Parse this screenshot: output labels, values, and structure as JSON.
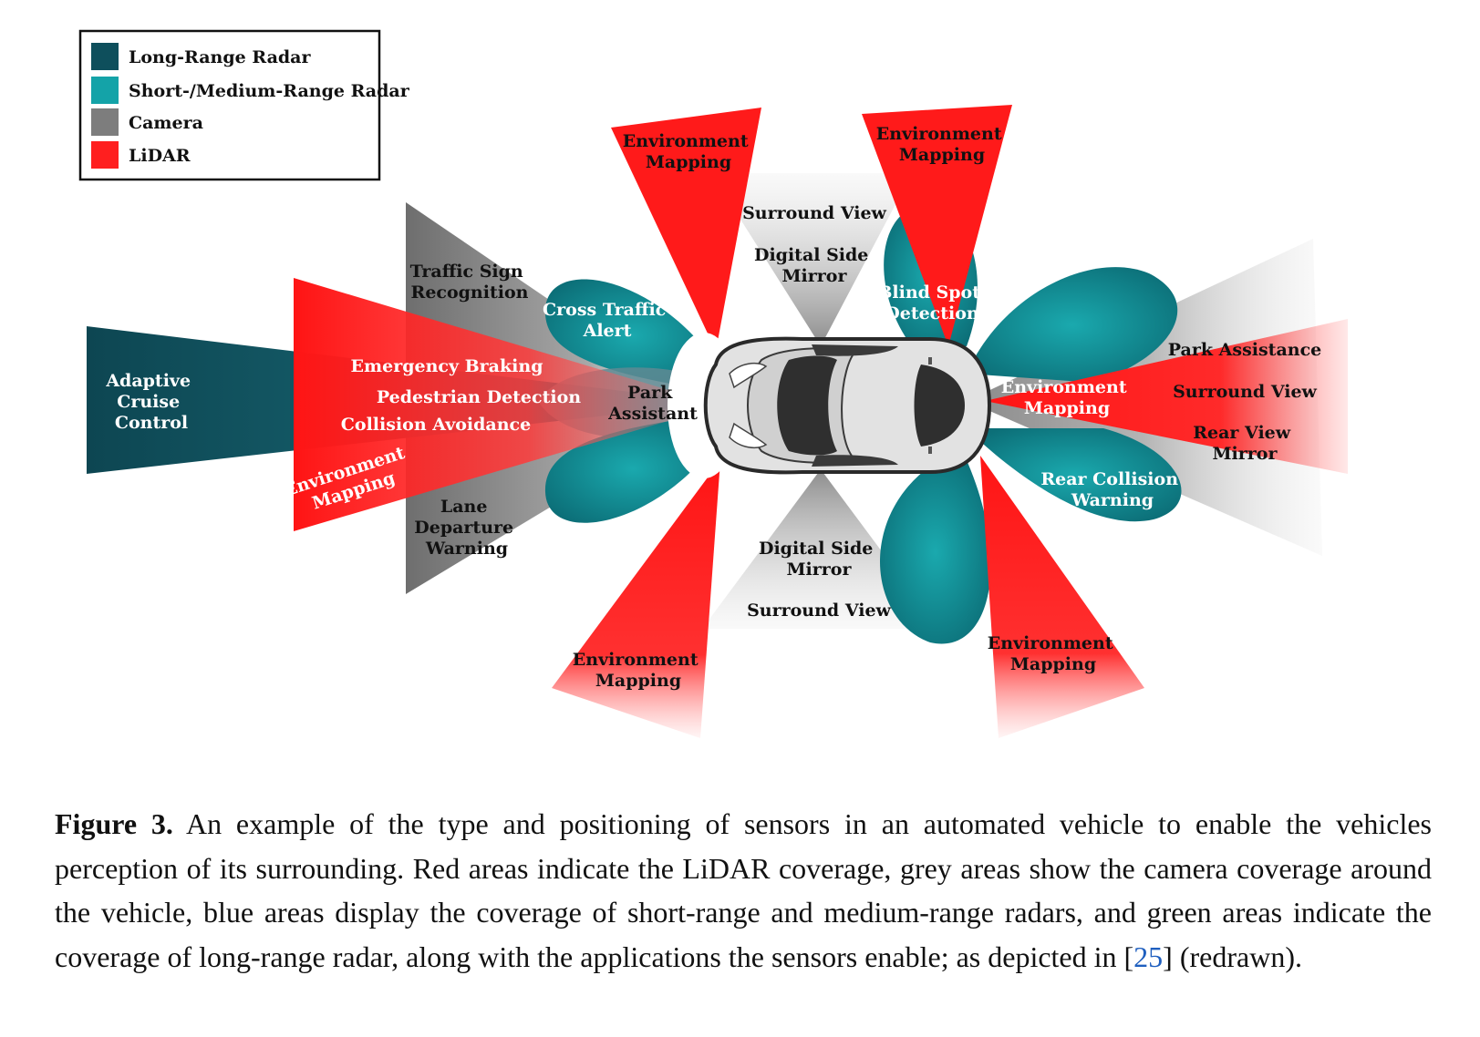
{
  "legend": {
    "items": [
      {
        "label": "Long-Range Radar",
        "color": "#0e4f5c"
      },
      {
        "label": "Short-/Medium-Range Radar",
        "color": "#14a3a8"
      },
      {
        "label": "Camera",
        "color": "#7d7d7d"
      },
      {
        "label": "LiDAR",
        "color": "#ff1f1f"
      }
    ]
  },
  "labels": {
    "adaptive_cruise": [
      "Adaptive",
      "Cruise",
      "Control"
    ],
    "traffic_sign": [
      "Traffic Sign",
      "Recognition"
    ],
    "emergency_braking": "Emergency Braking",
    "pedestrian_detection": "Pedestrian Detection",
    "collision_avoidance": "Collision Avoidance",
    "env_mapping_front": [
      "Environment",
      "Mapping"
    ],
    "lane_departure": [
      "Lane",
      "Departure",
      "Warning"
    ],
    "cross_traffic": [
      "Cross Traffic",
      "Alert"
    ],
    "park_assistant": [
      "Park",
      "Assistant"
    ],
    "env_mapping_top_left": [
      "Environment",
      "Mapping"
    ],
    "surround_view_top": "Surround View",
    "digital_mirror_top": [
      "Digital Side",
      "Mirror"
    ],
    "env_mapping_top_right": [
      "Environment",
      "Mapping"
    ],
    "blind_spot": [
      "Blind Spot",
      "Detection"
    ],
    "env_mapping_rear": [
      "Environment",
      "Mapping"
    ],
    "park_assistance": "Park Assistance",
    "surround_view_rear": "Surround View",
    "rear_view_mirror": [
      "Rear View",
      "Mirror"
    ],
    "rear_collision": [
      "Rear Collision",
      "Warning"
    ],
    "digital_mirror_bottom": [
      "Digital Side",
      "Mirror"
    ],
    "surround_view_bottom": "Surround View",
    "env_mapping_bottom_left": [
      "Environment",
      "Mapping"
    ],
    "env_mapping_bottom_right": [
      "Environment",
      "Mapping"
    ]
  },
  "caption": {
    "figure_label": "Figure 3.",
    "text_before_cite": " An example of the type and positioning of sensors in an automated vehicle to enable the vehicles perception of its surrounding. Red areas indicate the LiDAR coverage, grey areas show the camera coverage around the vehicle, blue areas display the coverage of short-range and medium-range radars, and green areas indicate the coverage of long-range radar, along with the applications the sensors enable; as depicted in [",
    "cite": "25",
    "text_after_cite": "] (redrawn)."
  }
}
